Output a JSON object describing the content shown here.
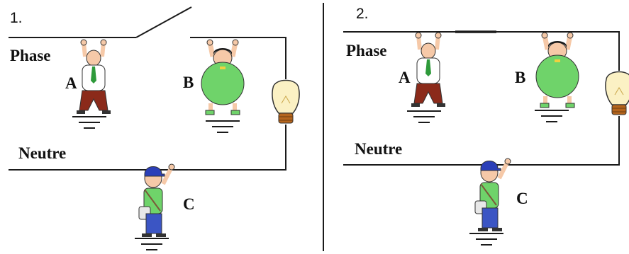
{
  "panels": [
    {
      "number": "1.",
      "phase_label": "Phase",
      "neutral_label": "Neutre",
      "person_a_label": "A",
      "person_b_label": "B",
      "person_c_label": "C",
      "switch_state": "open"
    },
    {
      "number": "2.",
      "phase_label": "Phase",
      "neutral_label": "Neutre",
      "person_a_label": "A",
      "person_b_label": "B",
      "person_c_label": "C",
      "switch_state": "closed"
    }
  ],
  "colors": {
    "wire": "#1a1a1a",
    "bulb_glass": "#fbf1c4",
    "bulb_base": "#b5651d",
    "person_a_shirt": "#ffffff",
    "person_a_pants": "#8b2a1a",
    "person_a_tie": "#2e9a3a",
    "person_b_dress": "#6fd36a",
    "person_c_shirt": "#6fd36a",
    "person_c_pants": "#3b55c4",
    "person_c_cap": "#2b3fb8"
  }
}
